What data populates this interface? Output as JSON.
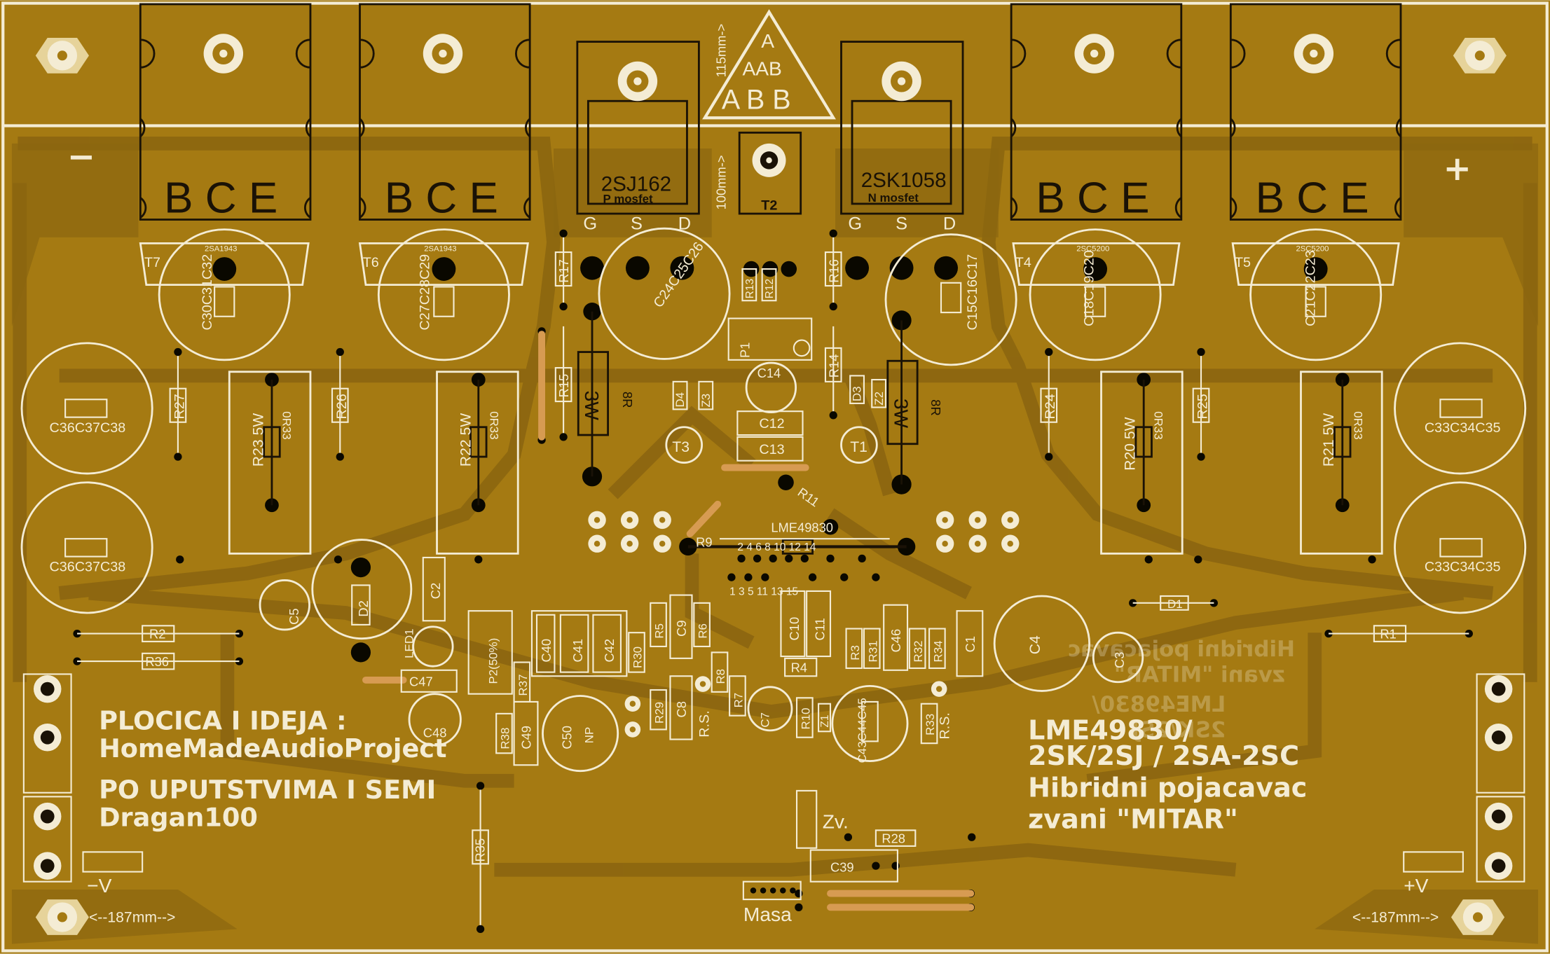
{
  "colors": {
    "board": "#a57a12",
    "copper": "#8c6610",
    "silk": "#f4ecd4",
    "pad": "#0a0800",
    "annulus": "#e6d39a",
    "bridge": "#d79b52"
  },
  "polarity": {
    "minus": "−",
    "plus": "+"
  },
  "heatsink_transistors": [
    {
      "pins": "B C E",
      "part": "2SA1943",
      "ref": "T7"
    },
    {
      "pins": "B C E",
      "part": "2SA1943",
      "ref": "T6"
    },
    {
      "pins": "B C E",
      "part": "2SC5200",
      "ref": "T4"
    },
    {
      "pins": "B C E",
      "part": "2SC5200",
      "ref": "T5"
    }
  ],
  "mosfets": [
    {
      "part": "2SJ162",
      "type": "P mosfet",
      "pins": [
        "G",
        "S",
        "D"
      ]
    },
    {
      "part": "2SK1058",
      "type": "N mosfet",
      "pins": [
        "G",
        "S",
        "D"
      ]
    }
  ],
  "logo": {
    "top": "A",
    "mid": "AAB",
    "bottom": "A B B"
  },
  "dims": {
    "vertical_top": "115mm->",
    "vertical_mid": "100mm->",
    "bottom_left": "<--187mm-->",
    "bottom_right": "<--187mm-->"
  },
  "cap_groups": {
    "left": "C36C37C38",
    "right": "C33C34C35"
  },
  "ic": {
    "name": "LME49830",
    "pins_top": "2 4 6 8 10 12 14",
    "pins_bottom": "1 3 5 11 13 15"
  },
  "labels": {
    "T2": "T2",
    "P1": "P1",
    "C14": "C14",
    "C12": "C12",
    "C13": "C13",
    "T3": "T3",
    "T1": "T1",
    "D3": "D3",
    "D4": "D4",
    "Z2": "Z2",
    "Z3": "Z3",
    "R17": "R17",
    "R16": "R16",
    "R15": "R15",
    "R14": "R14",
    "R13": "R13",
    "R12": "R12",
    "R11": "R11",
    "R9": "R9",
    "3W": "3W",
    "8R": "8R",
    "C24C25C26": "C24C25C26",
    "C15C16C17": "C15C16C17",
    "C30C31C32": "C30C31C32",
    "C27C28C29": "C27C28C29",
    "C18C19C20": "C18C19C20",
    "C21C22C23": "C21C22C23",
    "R27": "R27",
    "R26": "R26",
    "R24": "R24",
    "R25": "R25",
    "R23": "R23 5W",
    "R22": "R22 5W",
    "R20": "R20 5W",
    "R21": "R21 5W",
    "ohm": "0R33",
    "R2": "R2",
    "R36": "R36",
    "R1": "R1",
    "D1": "D1",
    "D2": "D2",
    "C5": "C5",
    "C2": "C2",
    "LED1": "LED1",
    "C47": "C47",
    "C48": "C48",
    "P2": "P2(50%)",
    "R37": "R37",
    "C40": "C40",
    "C41": "C41",
    "C42": "C42",
    "R30": "R30",
    "R5": "R5",
    "C9": "C9",
    "R6": "R6",
    "R8": "R8",
    "R29": "R29",
    "C8": "C8",
    "R7": "R7",
    "RS": "R.S.",
    "C7": "C7",
    "C10": "C10",
    "C11": "C11",
    "R4": "R4",
    "R10": "R10",
    "Z1": "Z1",
    "R3": "R3",
    "R31": "R31",
    "C46": "C46",
    "R32": "R32",
    "R34": "R34",
    "C1": "C1",
    "C4": "C4",
    "C3": "C3",
    "C43C44C45": "C43C44C45",
    "R33": "R33",
    "R38": "R38",
    "C49": "C49",
    "C50": "C50",
    "NP": "NP",
    "R35": "R35",
    "Zv": "Zv.",
    "R28": "R28",
    "C39": "C39",
    "Masa": "Masa",
    "minusV": "−V",
    "plusV": "+V"
  },
  "credits": {
    "line1": "PLOCICA I IDEJA :",
    "line2": "HomeMadeAudioProject",
    "line3": "PO UPUTSTVIMA I SEMI",
    "line4": "Dragan100"
  },
  "title": {
    "line1": "LME49830/",
    "line2": "2SK/2SJ / 2SA-2SC",
    "line3": "Hibridni pojacavac",
    "line4": "zvani  \"MITAR\""
  },
  "mirror": {
    "line1": "Hibridni pojacavac",
    "line2": "zvani \"MITAR\"",
    "line3": "LME49830/",
    "line4": "2SK/2SJ"
  }
}
